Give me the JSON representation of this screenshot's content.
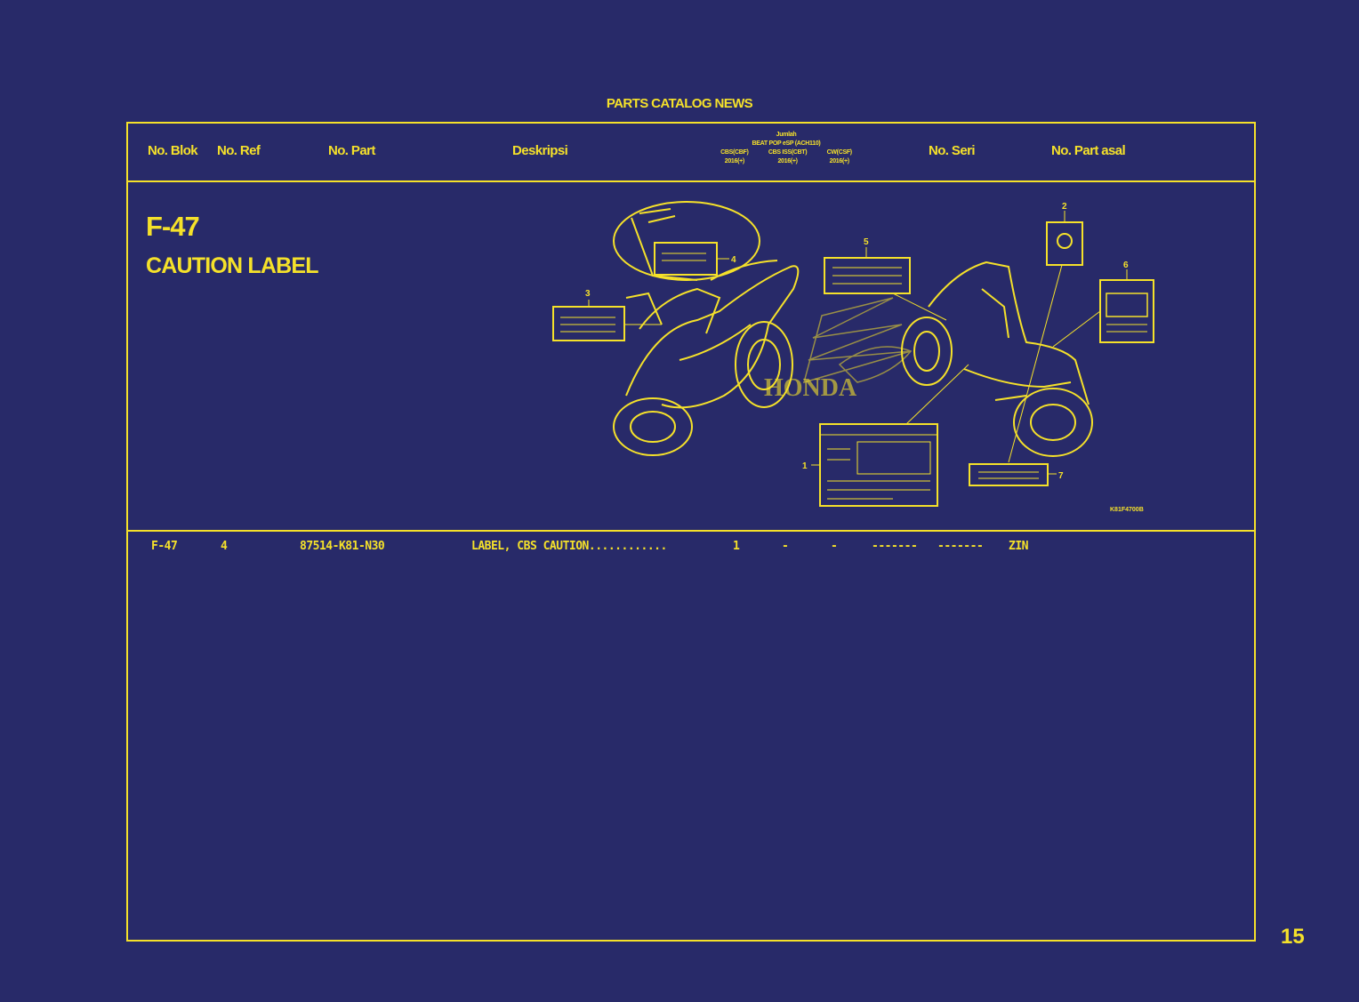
{
  "page_title": "PARTS CATALOG NEWS",
  "header": {
    "no_blok": "No. Blok",
    "no_ref": "No. Ref",
    "no_part": "No. Part",
    "deskripsi": "Deskripsi",
    "jumlah": "Jumlah",
    "model": "BEAT POP eSP (ACH110)",
    "variants": [
      {
        "code": "CBS(CBF)",
        "year": "2016(+)"
      },
      {
        "code": "CBS ISS(CBT)",
        "year": "2016(+)"
      },
      {
        "code": "CW(CSF)",
        "year": "2016(+)"
      }
    ],
    "no_seri": "No. Seri",
    "no_part_asal": "No. Part asal"
  },
  "block": {
    "code": "F-47",
    "name": "CAUTION LABEL"
  },
  "diagram": {
    "callouts": [
      "1",
      "2",
      "3",
      "4",
      "5",
      "6",
      "7"
    ],
    "figure_code": "K81F4700B",
    "brand_watermark": "HONDA"
  },
  "parts": [
    {
      "blok": "F-47",
      "ref": "4",
      "part_no": "87514-K81-N30",
      "desc": "LABEL, CBS CAUTION............",
      "qty1": "1",
      "qty2": "-",
      "qty3": "-",
      "seri1": "-------",
      "seri2": "-------",
      "asal": "ZIN"
    }
  ],
  "page_number": "15",
  "colors": {
    "background": "#282a69",
    "foreground": "#f5e12a"
  }
}
